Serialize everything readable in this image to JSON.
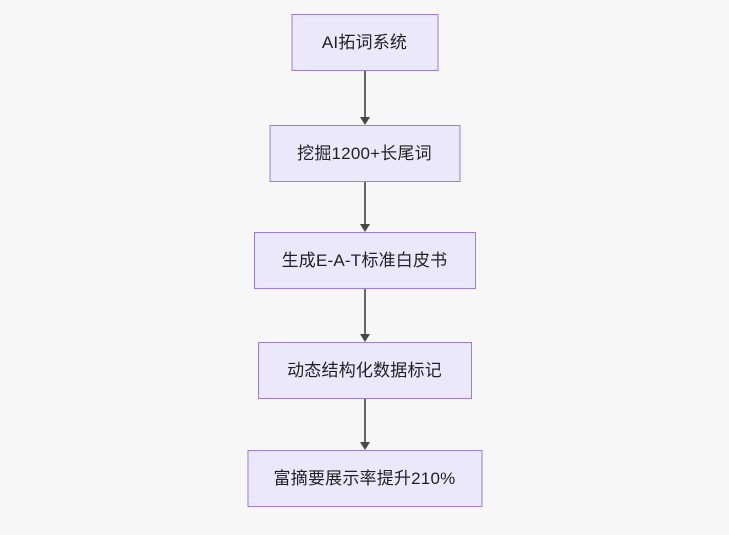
{
  "diagram": {
    "type": "flowchart",
    "direction": "top-to-bottom",
    "background_color": "#f7f7f8",
    "node_fill_color": "#ebe8fc",
    "node_border_color": "#9b7ee0",
    "node_text_color": "#1f2020",
    "edge_color": "#666668",
    "nodes": [
      {
        "id": "n1",
        "label": "AI拓词系统"
      },
      {
        "id": "n2",
        "label": "挖掘1200+长尾词"
      },
      {
        "id": "n3",
        "label": "生成E-A-T标准白皮书"
      },
      {
        "id": "n4",
        "label": "动态结构化数据标记"
      },
      {
        "id": "n5",
        "label": "富摘要展示率提升210%"
      }
    ],
    "edges": [
      {
        "id": "e1",
        "from": "n1",
        "to": "n2",
        "label": ""
      },
      {
        "id": "e2",
        "from": "n2",
        "to": "n3",
        "label": ""
      },
      {
        "id": "e3",
        "from": "n3",
        "to": "n4",
        "label": ""
      },
      {
        "id": "e4",
        "from": "n4",
        "to": "n5",
        "label": ""
      }
    ]
  }
}
